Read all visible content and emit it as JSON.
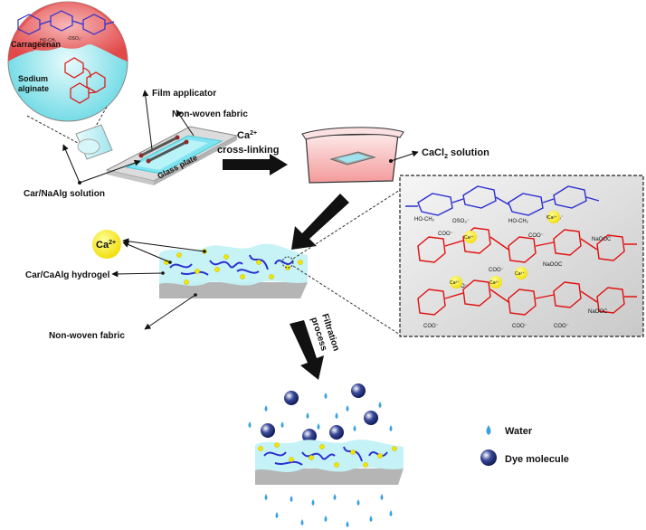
{
  "labels": {
    "carrageenan": "Carrageenan",
    "sodium_alginate_1": "Sodium",
    "sodium_alginate_2": "alginate",
    "film_applicator": "Film applicator",
    "nonwoven_top": "Non-woven fabric",
    "glass_plate": "Glass plate",
    "car_naalg_solution": "Car/NaAlg solution",
    "ca_crosslinking_ion": "Ca",
    "ca_crosslinking_charge": "2+",
    "ca_crosslinking_text": "cross-linking",
    "cacl2_pre": "CaCl",
    "cacl2_sub": "2",
    "cacl2_post": " solution",
    "ca_bubble_ion": "Ca",
    "ca_bubble_charge": "2+",
    "car_caalg_hydrogel": "Car/CaAlg hydrogel",
    "nonwoven_bottom": "Non-woven fabric",
    "filtration_1": "Filtration",
    "filtration_2": "process",
    "legend_water": "Water",
    "legend_dye": "Dye molecule"
  },
  "chem_labels": {
    "ca1": "Ca²⁺",
    "ca2": "Ca²⁺",
    "ca3": "Ca²⁺",
    "ca4": "Ca²⁺",
    "ca5": "Ca²⁺",
    "oso3_a": "OSO₃⁻",
    "oso3_b": "OSO₃⁻",
    "hoch2_a": "HO-CH₂",
    "hoch2_b": "HO-CH₂",
    "naooc_a": "NaOOC",
    "naooc_b": "NaOOC",
    "naooc_c": "NaOOC",
    "coo_a": "COO⁻",
    "coo_b": "COO⁻",
    "coo_c": "COO⁻",
    "coo_d": "COO⁻",
    "coo_e": "COO⁻",
    "coo_f": "COO⁻",
    "coo_g": "COO⁻"
  },
  "colors": {
    "carrageenan_chain": "#2b2fcf",
    "alginate_chain": "#e01010",
    "hydrogel": "#bff0f5",
    "fabric": "#b5b5b5",
    "calcium": "#f2e600",
    "water_drop": "#3aa0e0",
    "dye": "#1a2a6a",
    "bath": "#f6c6c6",
    "panel_bg": "#e4e4e4"
  }
}
